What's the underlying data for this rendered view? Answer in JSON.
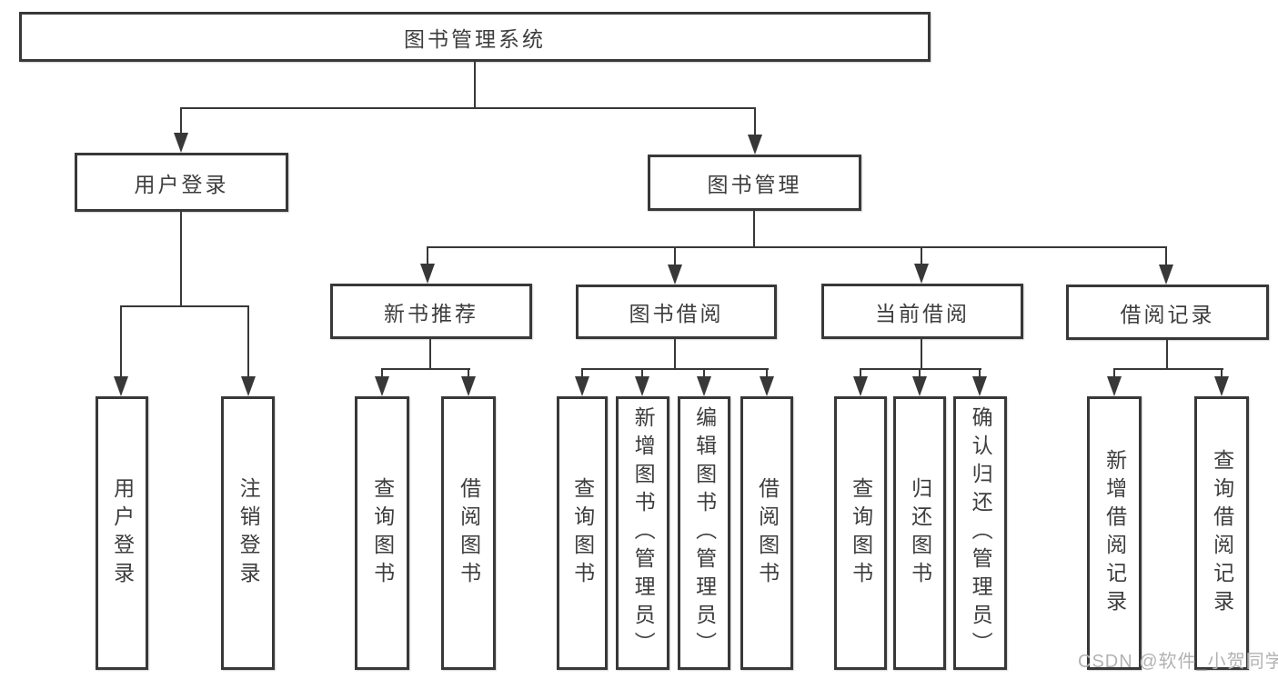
{
  "tree": {
    "title": "图书管理系统",
    "children": [
      {
        "label": "用户登录",
        "children": [
          {
            "label": "用户登录"
          },
          {
            "label": "注销登录"
          }
        ]
      },
      {
        "label": "图书管理",
        "children": [
          {
            "label": "新书推荐",
            "children": [
              {
                "label": "查询图书"
              },
              {
                "label": "借阅图书"
              }
            ]
          },
          {
            "label": "图书借阅",
            "children": [
              {
                "label": "查询图书"
              },
              {
                "label": "新增图书（管理员）"
              },
              {
                "label": "编辑图书（管理员）"
              },
              {
                "label": "借阅图书"
              }
            ]
          },
          {
            "label": "当前借阅",
            "children": [
              {
                "label": "查询图书"
              },
              {
                "label": "归还图书"
              },
              {
                "label": "确认归还（管理员）"
              }
            ]
          },
          {
            "label": "借阅记录",
            "children": [
              {
                "label": "新增借阅记录"
              },
              {
                "label": "查询借阅记录"
              }
            ]
          }
        ]
      }
    ]
  },
  "watermark": "CSDN @软件_小贺同学",
  "colors": {
    "line": "#383838",
    "text": "#3d3d3d",
    "box_background": "#ffffff",
    "watermark": "#b2b2b2"
  }
}
